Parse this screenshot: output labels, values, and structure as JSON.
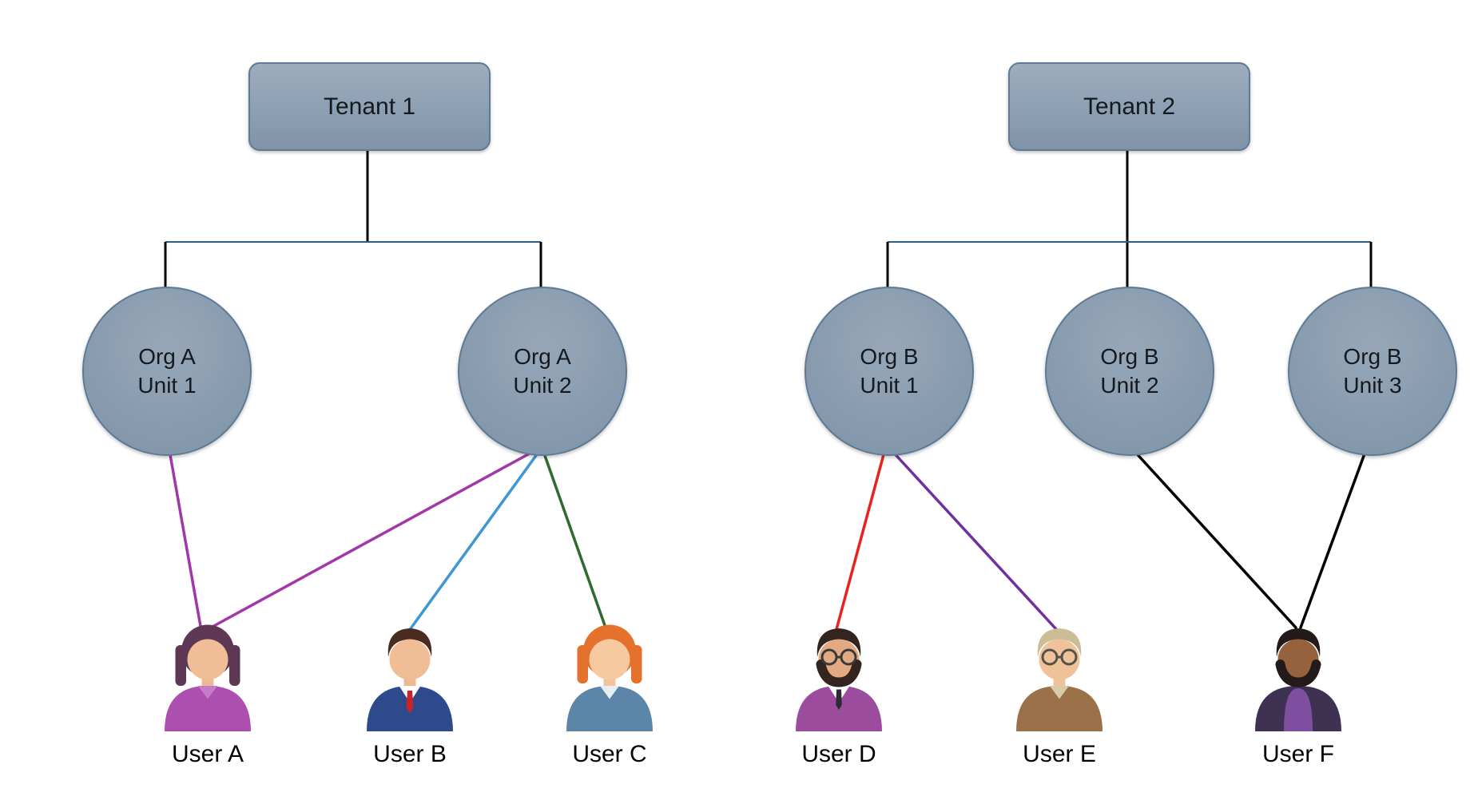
{
  "diagram": {
    "colors": {
      "node_fill": "#8c9caf",
      "node_border": "#5e7a96",
      "connector_vertical": "#000000",
      "connector_horizontal": "#2e5b7f"
    },
    "tenants": [
      {
        "label": "Tenant 1"
      },
      {
        "label": "Tenant 2"
      }
    ],
    "org_units": [
      {
        "line1": "Org A",
        "line2": "Unit 1"
      },
      {
        "line1": "Org A",
        "line2": "Unit 2"
      },
      {
        "line1": "Org B",
        "line2": "Unit 1"
      },
      {
        "line1": "Org B",
        "line2": "Unit 2"
      },
      {
        "line1": "Org B",
        "line2": "Unit 3"
      }
    ],
    "users": [
      {
        "label": "User A"
      },
      {
        "label": "User B"
      },
      {
        "label": "User C"
      },
      {
        "label": "User D"
      },
      {
        "label": "User E"
      },
      {
        "label": "User F"
      }
    ],
    "edges": [
      {
        "from": "Org A Unit 1",
        "to": "User A",
        "color": "#a238a8"
      },
      {
        "from": "Org A Unit 2",
        "to": "User A",
        "color": "#a238a8"
      },
      {
        "from": "Org A Unit 2",
        "to": "User B",
        "color": "#3e97d4"
      },
      {
        "from": "Org A Unit 2",
        "to": "User C",
        "color": "#2d6b2f"
      },
      {
        "from": "Org B Unit 1",
        "to": "User D",
        "color": "#e8231e"
      },
      {
        "from": "Org B Unit 1",
        "to": "User E",
        "color": "#7030a0"
      },
      {
        "from": "Org B Unit 2",
        "to": "User F",
        "color": "#000000"
      },
      {
        "from": "Org B Unit 3",
        "to": "User F",
        "color": "#000000"
      }
    ]
  }
}
